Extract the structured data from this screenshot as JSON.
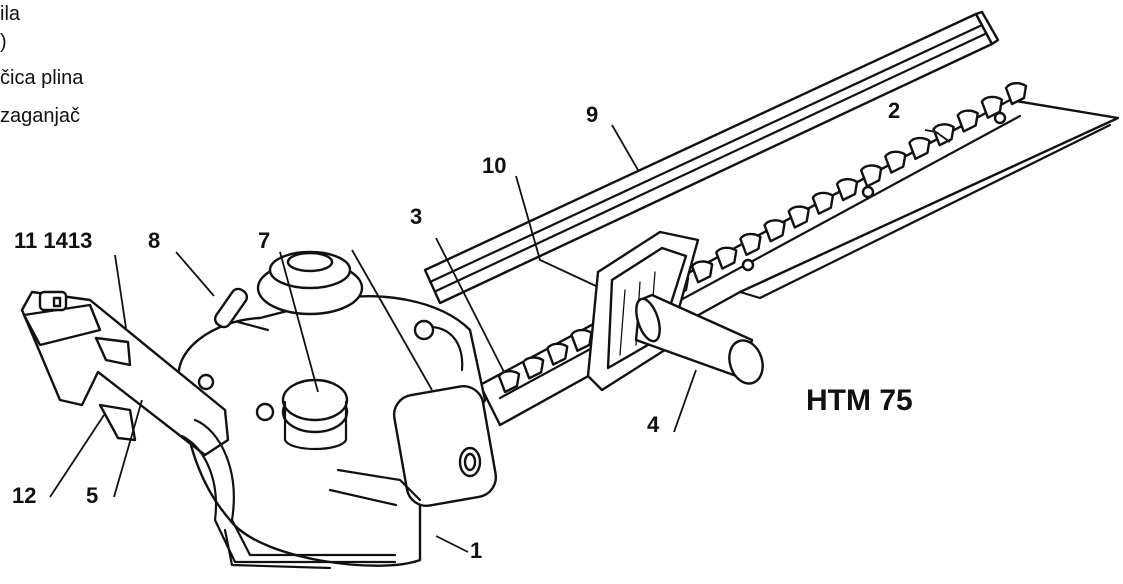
{
  "legend_lines": [
    "ila",
    ")",
    "čica plina",
    "zaganjač"
  ],
  "model": "HTM 75",
  "labels": {
    "l1": "1",
    "l2": "2",
    "l3": "3",
    "l4": "4",
    "l5": "5",
    "l7": "7",
    "l8": "8",
    "l9": "9",
    "l10": "10",
    "l11_14_13": "11 1413",
    "l12": "12"
  }
}
